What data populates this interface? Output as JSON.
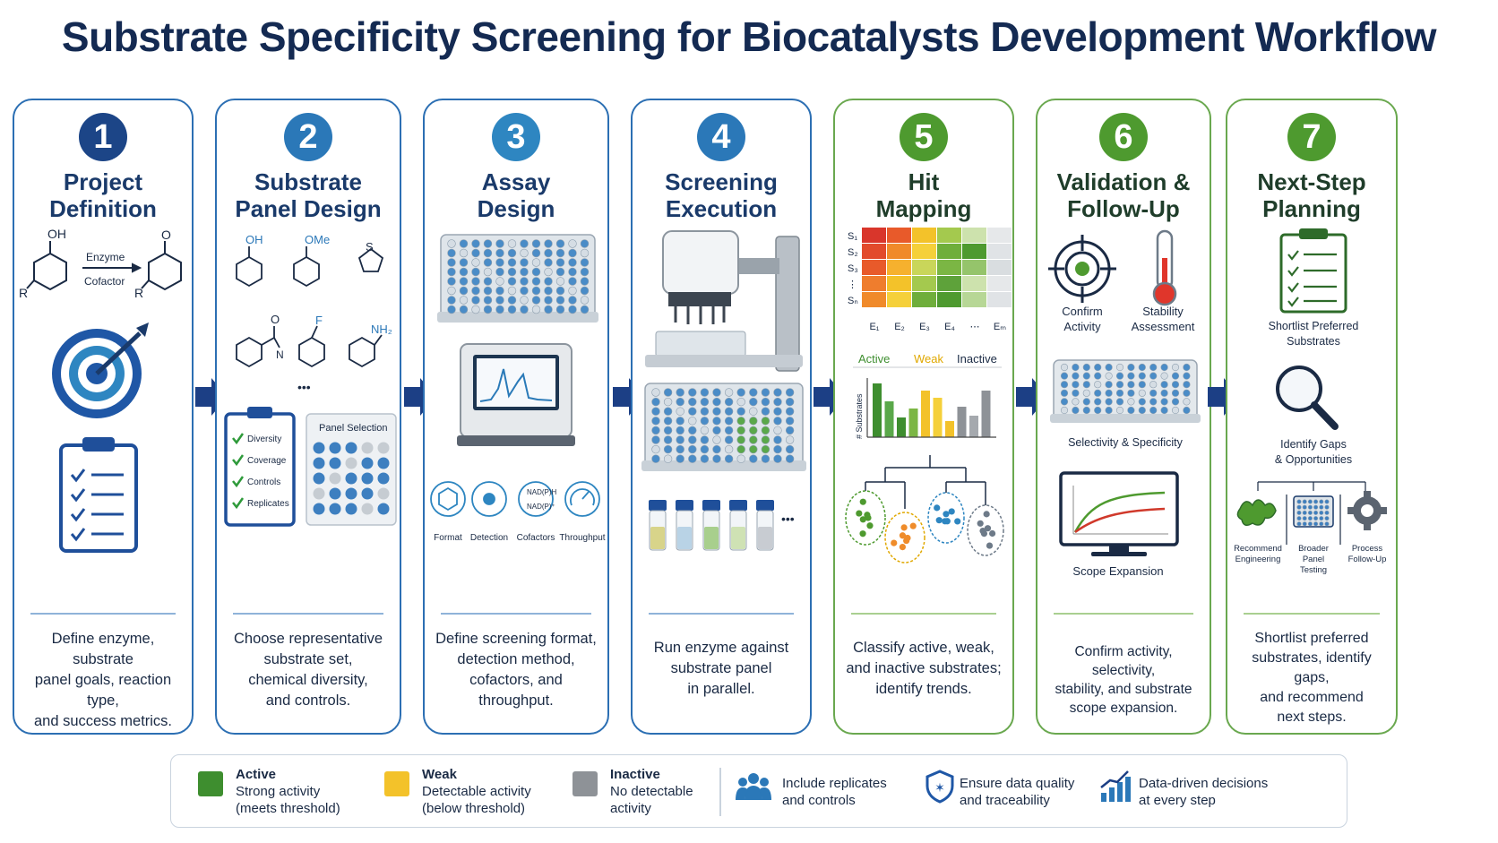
{
  "title": "Substrate Specificity Screening for Biocatalysts Development Workflow",
  "steps": [
    {
      "num": "1",
      "title_l1": "Project",
      "title_l2": "Definition",
      "desc": [
        "Define enzyme, substrate",
        "panel goals, reaction type,",
        "and success metrics."
      ],
      "labels": {
        "oh": "OH",
        "enzyme": "Enzyme",
        "cofactor": "Cofactor",
        "o": "O",
        "r1": "R",
        "r2": "R"
      }
    },
    {
      "num": "2",
      "title_l1": "Substrate",
      "title_l2": "Panel Design",
      "desc": [
        "Choose representative",
        "substrate set,",
        "chemical diversity,",
        "and controls."
      ],
      "labels": {
        "oh": "OH",
        "ome": "OMe",
        "s": "S",
        "o": "O",
        "n": "N",
        "f": "F",
        "nh2": "NH₂",
        "dots": "•••",
        "panel": "Panel Selection",
        "checks": [
          "Diversity",
          "Coverage",
          "Controls",
          "Replicates"
        ]
      }
    },
    {
      "num": "3",
      "title_l1": "Assay",
      "title_l2": "Design",
      "desc": [
        "Define screening format,",
        "detection method,",
        "cofactors, and",
        "throughput."
      ],
      "icons": [
        "Format",
        "Detection",
        "Cofactors",
        "Throughput"
      ],
      "nad1": "NAD(P)H",
      "nad2": "NAD(P)⁺"
    },
    {
      "num": "4",
      "title_l1": "Screening",
      "title_l2": "Execution",
      "desc": [
        "Run enzyme against",
        "substrate panel",
        "in parallel."
      ],
      "dots": "•••"
    },
    {
      "num": "5",
      "title_l1": "Hit",
      "title_l2": "Mapping",
      "desc": [
        "Classify active, weak,",
        "and inactive substrates;",
        "identify trends."
      ],
      "rows": [
        "S₁",
        "S₂",
        "S₃",
        "⋮",
        "Sₙ"
      ],
      "cols": [
        "E₁",
        "E₂",
        "E₃",
        "E₄",
        "⋯",
        "Eₘ"
      ],
      "bar_legend": [
        "Active",
        "Weak",
        "Inactive"
      ],
      "ylabel": "# Substrates"
    },
    {
      "num": "6",
      "title_l1": "Validation &",
      "title_l2": "Follow-Up",
      "desc": [
        "Confirm activity, selectivity,",
        "stability, and substrate",
        "scope expansion."
      ],
      "labels": {
        "confirm": [
          "Confirm",
          "Activity"
        ],
        "stability": [
          "Stability",
          "Assessment"
        ],
        "selectivity": "Selectivity & Specificity",
        "scope": "Scope Expansion"
      }
    },
    {
      "num": "7",
      "title_l1": "Next-Step",
      "title_l2": "Planning",
      "desc": [
        "Shortlist preferred",
        "substrates, identify gaps,",
        "and recommend",
        "next steps."
      ],
      "labels": {
        "shortlist": [
          "Shortlist Preferred",
          "Substrates"
        ],
        "gaps": [
          "Identify Gaps",
          "& Opportunities"
        ],
        "rec": [
          "Recommend",
          "Engineering"
        ],
        "broader": [
          "Broader",
          "Panel",
          "Testing"
        ],
        "process": [
          "Process",
          "Follow-Up"
        ]
      }
    }
  ],
  "legend": [
    {
      "title": "Active",
      "l1": "Strong activity",
      "l2": "(meets threshold)",
      "color": "#3e8e2f"
    },
    {
      "title": "Weak",
      "l1": "Detectable activity",
      "l2": "(below threshold)",
      "color": "#f3c22a"
    },
    {
      "title": "Inactive",
      "l1": "No detectable",
      "l2": "activity",
      "color": "#8e9297"
    }
  ],
  "notes": [
    {
      "l1": "Include replicates",
      "l2": "and controls",
      "icon": "people-icon"
    },
    {
      "l1": "Ensure data quality",
      "l2": "and traceability",
      "icon": "shield-icon"
    },
    {
      "l1": "Data-driven decisions",
      "l2": "at every step",
      "icon": "growth-chart-icon"
    }
  ],
  "colors": {
    "blue_dark": "#1c4587",
    "blue_mid": "#2b78b8",
    "blue_teal": "#2e86c1",
    "green": "#4e9a2f",
    "active": "#3e8e2f",
    "weak": "#f3c22a",
    "inactive": "#8e9297",
    "navy": "#1a3a7a"
  }
}
